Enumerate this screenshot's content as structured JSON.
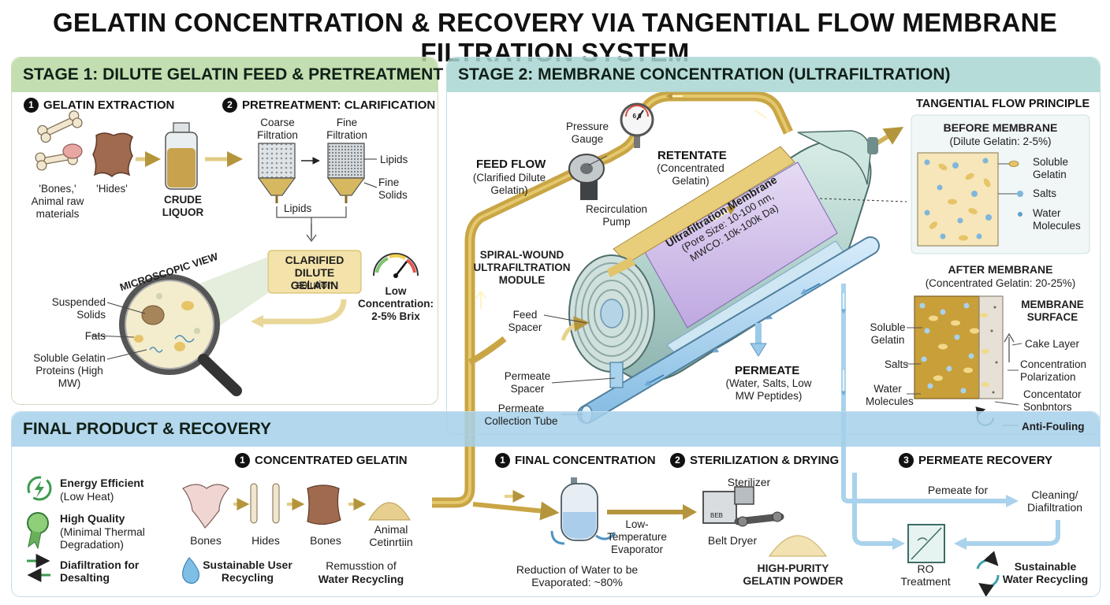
{
  "title": "GELATIN CONCENTRATION & RECOVERY VIA TANGENTIAL FLOW MEMBRANE FILTRATION SYSTEM",
  "stage1": {
    "title": "STAGE 1: DILUTE GELATIN FEED & PRETREATMENT",
    "step1_num": "1",
    "step1_title": "GELATIN EXTRACTION",
    "bones_label": "'Bones,' Animal raw materials",
    "hides_label": "'Hides'",
    "crude_label": "CRUDE LIQUOR",
    "step2_num": "2",
    "step2_title": "PRETREATMENT: CLARIFICATION",
    "coarse_label": "Coarse Filtration",
    "fine_label": "Fine Filtration",
    "lipids_right": "Lipids",
    "fine_solids": "Fine Solids",
    "lipids_bottom": "Lipids",
    "clarified_label": "CLARIFIED DILUTE GELATIN",
    "clarified_sub": "solution",
    "low_conc": "Low Concentration: 2-5% Brix",
    "micro_title": "MICROSCOPIC VIEW",
    "micro_suspended": "Suspended Solids",
    "micro_fats": "Fats",
    "micro_soluble": "Soluble Gelatin Proteins (High MW)"
  },
  "stage2": {
    "title": "STAGE 2: MEMBRANE CONCENTRATION (ULTRAFILTRATION)",
    "pressure_gauge": "Pressure Gauge",
    "gauge_face": "6 0",
    "feed_flow_title": "FEED FLOW",
    "feed_flow_sub": "(Clarified Dilute Gelatin)",
    "retentate_title": "RETENTATE",
    "retentate_sub": "(Concentrated Gelatin)",
    "pump_label": "Recirculation Pump",
    "module_label": "SPIRAL-WOUND ULTRAFILTRATION MODULE",
    "membrane_title": "Ultrafiltration Membrane",
    "membrane_line1": "(Pore Size: 10-100 nm,",
    "membrane_line2": "MWCO: 10k-100k Da)",
    "feed_spacer": "Feed Spacer",
    "permeate_spacer": "Permeate Spacer",
    "collection_tube": "Permeate Collection Tube",
    "permeate_title": "PERMEATE",
    "permeate_sub": "(Water, Salts, Low MW Peptides)",
    "tfp_title": "TANGENTIAL FLOW PRINCIPLE",
    "before_title": "BEFORE MEMBRANE",
    "before_sub": "(Dilute Gelatin: 2-5%)",
    "legend_soluble": "Soluble Gelatin",
    "legend_salts": "Salts",
    "legend_water": "Water Molecules",
    "after_title": "AFTER MEMBRANE",
    "after_sub": "(Concentrated Gelatin: 20-25%)",
    "after_soluble": "Soluble Gelatin",
    "after_salts": "Salts",
    "after_water": "Water Molecules",
    "membrane_surface": "MEMBRANE SURFACE",
    "cake_layer": "Cake Layer",
    "conc_polarization": "Concentration Polarization",
    "concentator": "Concentator Sonbntors",
    "anti_fouling": "Anti-Fouling"
  },
  "final": {
    "title": "FINAL PRODUCT & RECOVERY",
    "energy_title": "Energy Efficient",
    "energy_sub": "(Low Heat)",
    "quality_title": "High Quality",
    "quality_sub": "(Minimal Thermal Degradation)",
    "diafiltration": "Diafiltration for Desalting",
    "sustainable_user": "Sustainable User Recycling",
    "step1_num": "1",
    "step1_title": "CONCENTRATED GELATIN",
    "bones1": "Bones",
    "hides": "Hides",
    "bones2": "Bones",
    "animal": "Animal Cetinrtiin",
    "remusstion": "Remusstion of",
    "water_recycling": "Water Recycling",
    "fc_num": "1",
    "fc_title": "FINAL CONCENTRATION",
    "evaporator": "Low-Temperature Evaporator",
    "reduction": "Reduction of Water to be Evaporated: ~80%",
    "sd_num": "2",
    "sd_title": "STERILIZATION & DRYING",
    "sterilizer": "Sterilizer",
    "belt_dryer": "Belt Dryer",
    "belt_face": "BEB",
    "powder": "HIGH-PURITY GELATIN POWDER",
    "pr_num": "3",
    "pr_title": "PERMEATE RECOVERY",
    "permeate_for": "Pemeate for",
    "cleaning": "Cleaning/ Diafiltration",
    "ro": "RO Treatment",
    "sustainable_water": "Sustainable Water Recycling"
  },
  "colors": {
    "retentate_pipe": "#c9a545",
    "permeate_pipe": "#a9d2ec",
    "membrane": "#cbb4e6",
    "gelatin": "#e8c66a",
    "salts": "#7fb6dc"
  }
}
